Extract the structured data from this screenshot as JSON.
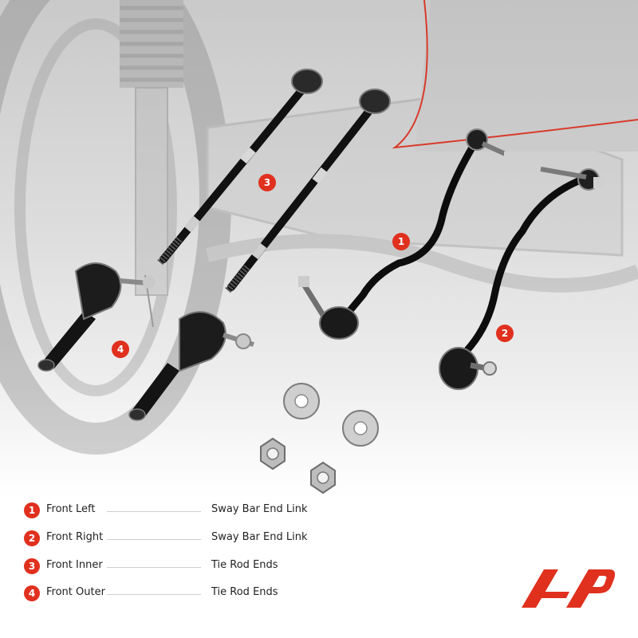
{
  "legend": [
    {
      "num": "1",
      "position": "Front Left",
      "part": "Sway Bar End Link"
    },
    {
      "num": "2",
      "position": "Front Right",
      "part": "Sway Bar End Link"
    },
    {
      "num": "3",
      "position": "Front Inner",
      "part": "Tie Rod Ends"
    },
    {
      "num": "4",
      "position": "Front Outer",
      "part": "Tie Rod Ends"
    }
  ],
  "callouts": {
    "c1": "1",
    "c2": "2",
    "c3": "3",
    "c4": "4"
  },
  "colors": {
    "accent": "#e0301e",
    "part": "#141414",
    "background": "#ffffff"
  },
  "logo_icon": "brand-logo-icon"
}
